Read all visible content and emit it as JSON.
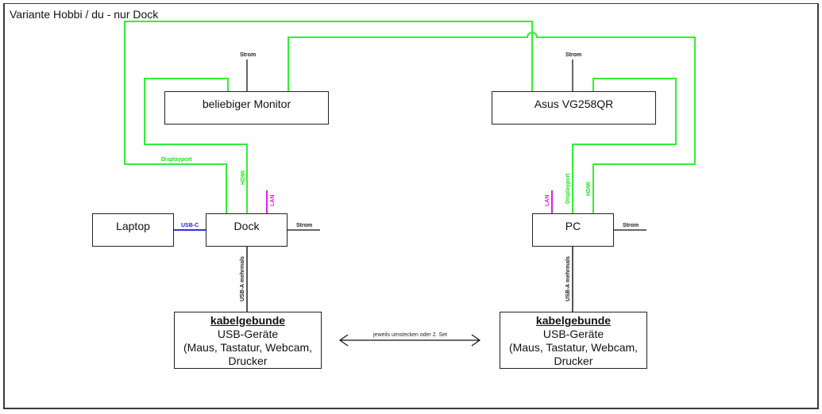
{
  "title": "Variante Hobbi / du - nur Dock",
  "colors": {
    "video_cable": "#33ee33",
    "lan_cable": "#e020e0",
    "usb_c_cable": "#3333dd",
    "power_cable": "#666666",
    "usb_a_cable": "#555555",
    "border": "#222222"
  },
  "devices": {
    "monitor_left": "beliebiger Monitor",
    "monitor_right": "Asus VG258QR",
    "laptop": "Laptop",
    "dock": "Dock",
    "pc": "PC",
    "usb_left": {
      "heading": "kabelgebunde",
      "lines": [
        "USB-Geräte",
        "(Maus, Tastatur, Webcam,",
        "Drucker"
      ]
    },
    "usb_right": {
      "heading": "kabelgebunde",
      "lines": [
        "USB-Geräte",
        "(Maus, Tastatur, Webcam,",
        "Drucker"
      ]
    }
  },
  "cable_labels": {
    "strom_monitor_left": "Strom",
    "strom_monitor_right": "Strom",
    "strom_dock": "Strom",
    "strom_pc": "Strom",
    "displayport_dock": "Displayport",
    "hdmi_dock": "HDMI",
    "lan_dock": "LAN",
    "usb_c": "USB-C",
    "usb_a_left": "USB-A mehrmals",
    "lan_pc": "LAN",
    "displayport_pc": "Displayport",
    "hdmi_pc": "HDMI",
    "usb_a_right": "USB-A mehrmals",
    "swap_arrow": "jeweils umstecken oder 2. Set"
  }
}
